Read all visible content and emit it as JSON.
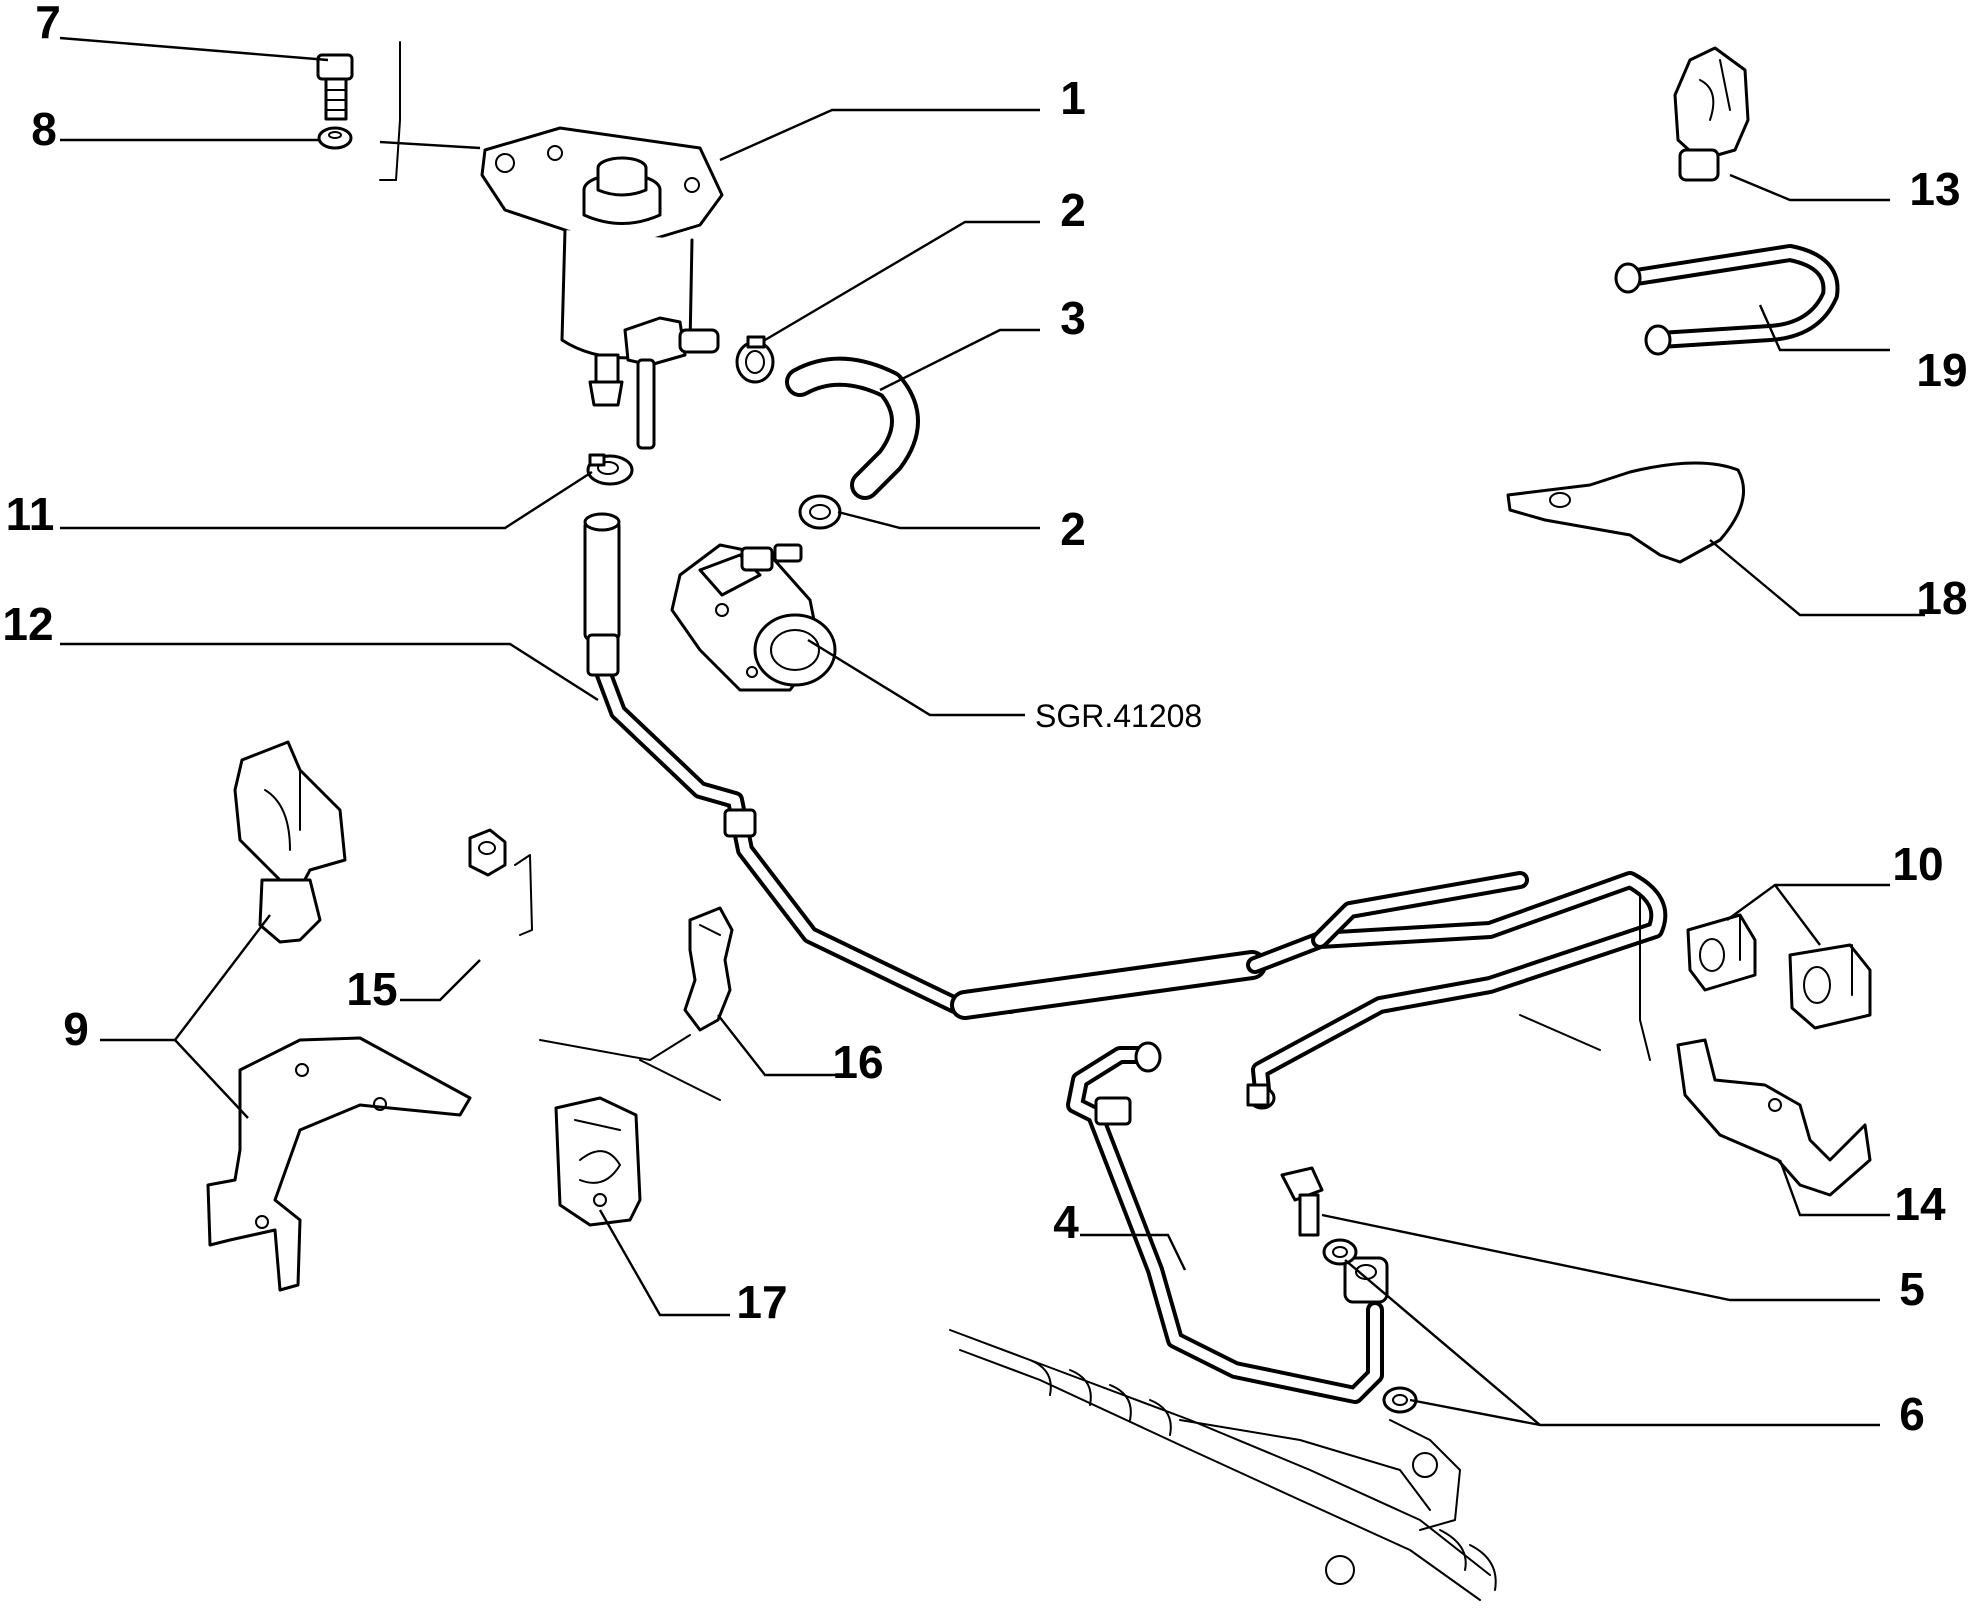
{
  "callouts": {
    "c1": "1",
    "c2a": "2",
    "c2b": "2",
    "c3": "3",
    "c4": "4",
    "c5": "5",
    "c6": "6",
    "c7": "7",
    "c8": "8",
    "c9": "9",
    "c10": "10",
    "c11": "11",
    "c12": "12",
    "c13": "13",
    "c14": "14",
    "c15": "15",
    "c16": "16",
    "c17": "17",
    "c18": "18",
    "c19": "19"
  },
  "reference": "SGR.41208",
  "colors": {
    "ink": "#000000",
    "paper": "#ffffff"
  }
}
